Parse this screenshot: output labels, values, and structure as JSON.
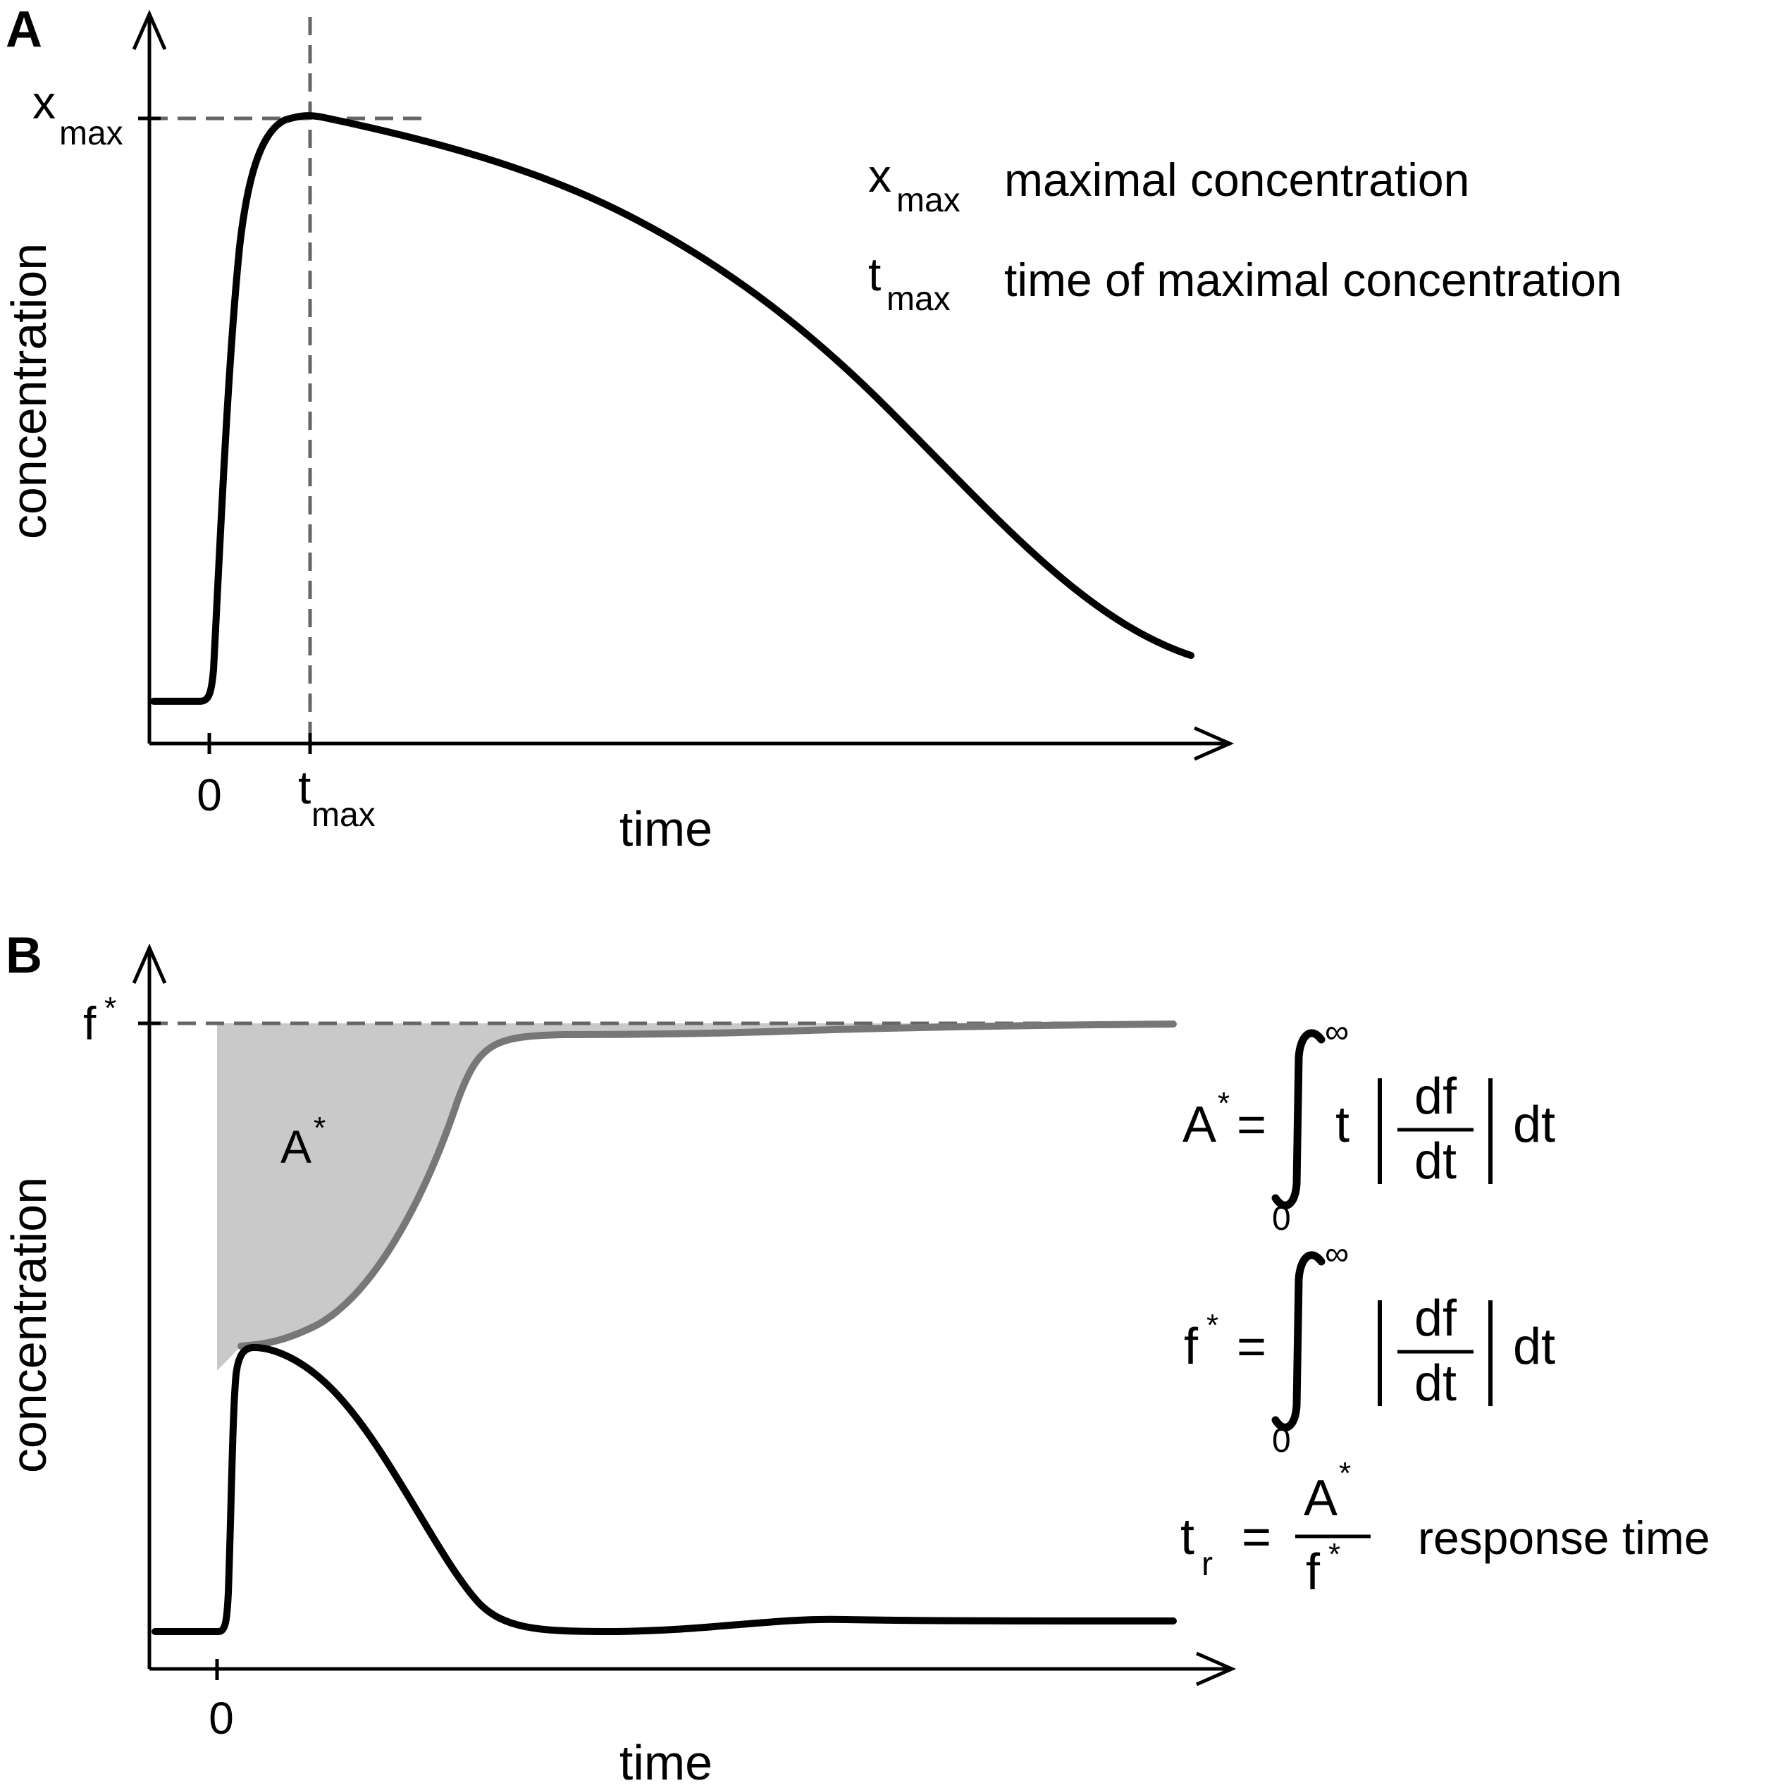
{
  "colors": {
    "curve": "#000000",
    "response_curve": "#777777",
    "guide_dashes": "#666666",
    "shaded_area": "#cac9ca",
    "axes": "#000000"
  },
  "panel_a": {
    "letter": "A",
    "x_axis_title": "time",
    "y_axis_title": "concentration",
    "x_ticks": {
      "zero": "0",
      "t_max_base": "t",
      "t_max_sub": "max"
    },
    "y_marker": {
      "base": "x",
      "sub": "max"
    },
    "legend": [
      {
        "symbol_base": "x",
        "symbol_sub": "max",
        "text": "maximal concentration"
      },
      {
        "symbol_base": "t",
        "symbol_sub": "max",
        "text": "time of maximal concentration"
      }
    ]
  },
  "panel_b": {
    "letter": "B",
    "x_axis_title": "time",
    "y_axis_title": "concentration",
    "x_ticks": {
      "zero": "0"
    },
    "y_marker": {
      "base": "f",
      "sup": "*"
    },
    "area_label": {
      "base": "A",
      "sup": "*"
    },
    "formulas": {
      "a_star": {
        "lhs_base": "A",
        "lhs_sup": "*",
        "equals": "=",
        "upper_limit": "∞",
        "lower_limit": "0",
        "factor": "t",
        "numerator": "df",
        "denominator": "dt",
        "differential": "dt"
      },
      "f_star": {
        "lhs_base": "f",
        "lhs_sup": "*",
        "equals": "=",
        "upper_limit": "∞",
        "lower_limit": "0",
        "numerator": "df",
        "denominator": "dt",
        "differential": "dt"
      },
      "t_r": {
        "lhs_base": "t",
        "lhs_sub": "r",
        "equals": "=",
        "numerator_base": "A",
        "numerator_sup": "*",
        "denominator_base": "f",
        "denominator_sup": "*",
        "text": "response time"
      }
    }
  }
}
